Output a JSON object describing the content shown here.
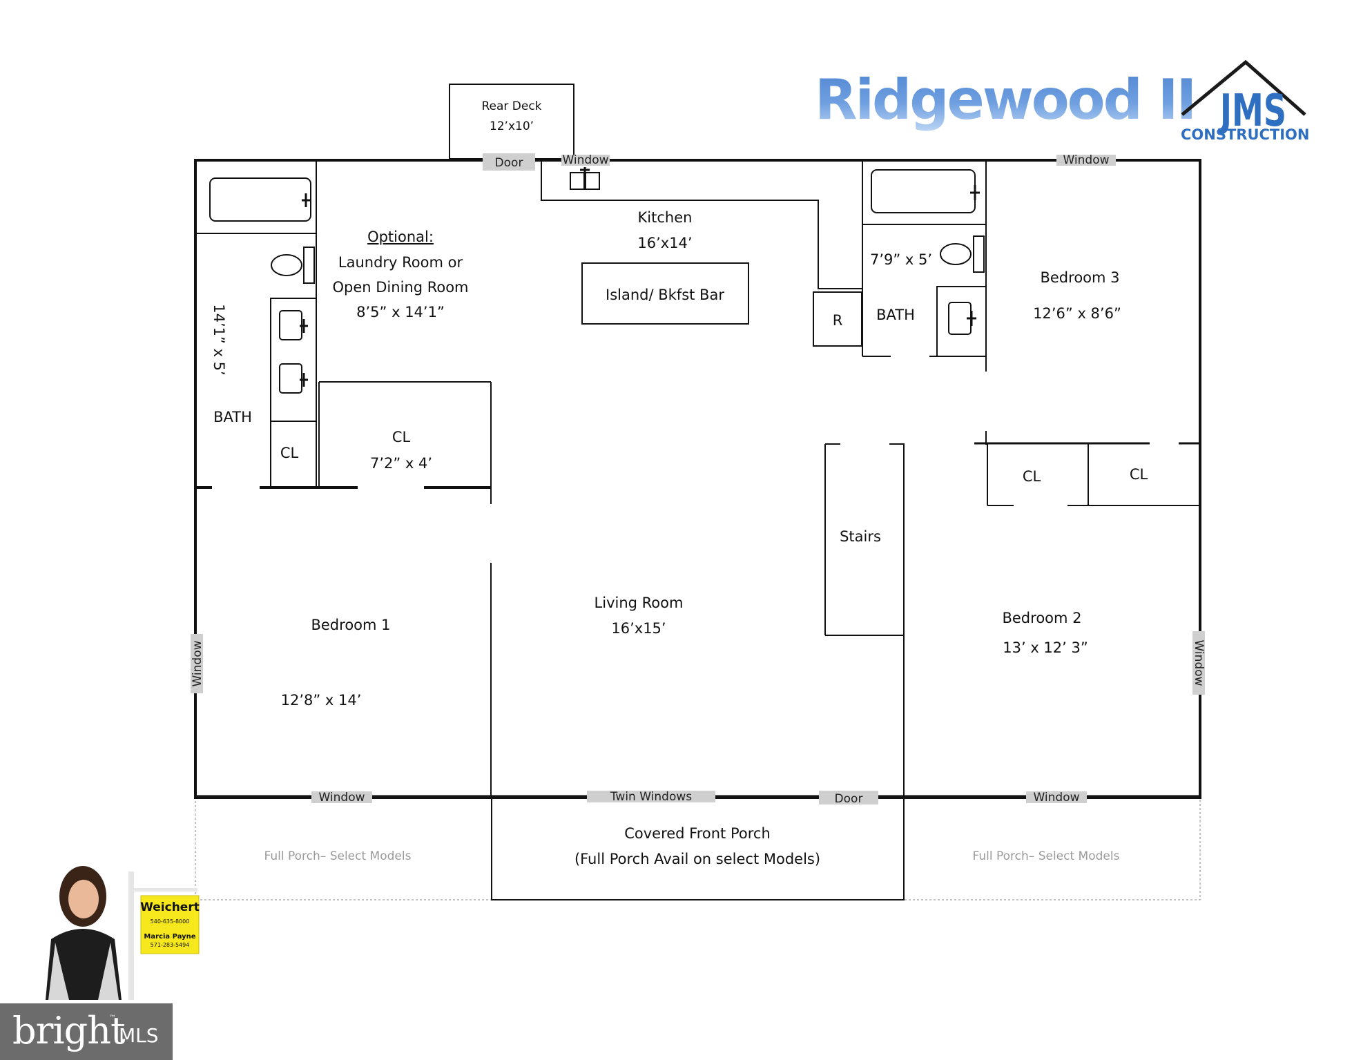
{
  "title": "Ridgewood II",
  "builder": {
    "mark": "JMS",
    "name": "CONSTRUCTION"
  },
  "rooms": {
    "rear_deck": {
      "name": "Rear Deck",
      "size": "12’x10’"
    },
    "kitchen": {
      "name": "Kitchen",
      "size": "16’x14’"
    },
    "island": "Island/ Bkfst Bar",
    "refrigerator": "R",
    "laundry": {
      "heading": "Optional:",
      "line1": "Laundry Room or",
      "line2": "Open Dining Room",
      "size": "8’5” x 14’1”"
    },
    "master_bath": {
      "name": "BATH",
      "size": "14’1” x 5’"
    },
    "bath_closet": "CL",
    "hall_closet": {
      "name": "CL",
      "size": "7’2” x 4’"
    },
    "bath2": {
      "name": "BATH",
      "size": "7’9” x 5’"
    },
    "bedroom3": {
      "name": "Bedroom 3",
      "size": "12’6” x 8’6”"
    },
    "closet_b2": "CL",
    "closet_b3": "CL",
    "stairs": "Stairs",
    "living_room": {
      "name": "Living Room",
      "size": "16’x15’"
    },
    "bedroom1": {
      "name": "Bedroom 1",
      "size": "12’8” x 14’"
    },
    "bedroom2": {
      "name": "Bedroom 2",
      "size": "13’ x 12’ 3”"
    },
    "front_porch": {
      "line1": "Covered Front Porch",
      "line2": "(Full Porch Avail on select Models)"
    },
    "porch_left": "Full Porch– Select Models",
    "porch_right": "Full Porch– Select Models"
  },
  "openings": {
    "rear_door": "Door",
    "kitchen_window": "Window",
    "bedroom3_window": "Window",
    "bedroom1_side_window": "Window",
    "bedroom2_side_window": "Window",
    "bedroom1_front_window": "Window",
    "living_twin_windows": "Twin Windows",
    "front_door": "Door",
    "bedroom2_front_window": "Window"
  },
  "agent_sign": {
    "brand": "Weichert",
    "phone": "540-635-8000",
    "agent": "Marcia Payne",
    "agent_phone": "571-283-5494"
  },
  "watermark": {
    "word": "bright",
    "suffix": "MLS",
    "tm": "™"
  },
  "colors": {
    "title_blue": "#5b8fd6",
    "title_light": "#b7d2f3",
    "jms_blue": "#2f6fc2",
    "sign_yellow": "#f6e81c",
    "tag_gray": "#cfcfcf"
  }
}
